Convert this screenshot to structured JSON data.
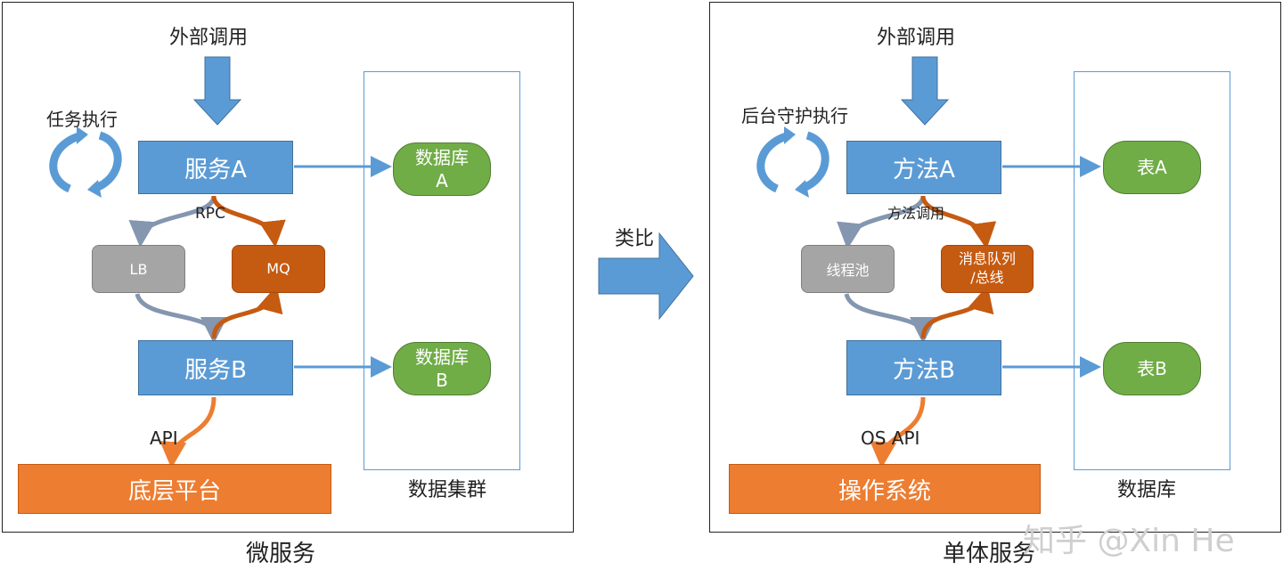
{
  "left": {
    "external_call": "外部调用",
    "task_exec": "任务执行",
    "service_a": "服务A",
    "service_b": "服务B",
    "rpc": "RPC",
    "lb": "LB",
    "mq": "MQ",
    "api": "API",
    "base_platform": "底层平台",
    "db_a": "数据库\nA",
    "db_b": "数据库\nB",
    "cluster_label": "数据集群",
    "caption": "微服务"
  },
  "middle": {
    "analogy": "类比"
  },
  "right": {
    "external_call": "外部调用",
    "daemon_exec": "后台守护执行",
    "method_a": "方法A",
    "method_b": "方法B",
    "method_call": "方法调用",
    "thread_pool": "线程池",
    "msg_queue": "消息队列\n/总线",
    "os_api": "OS API",
    "os": "操作系统",
    "table_a": "表A",
    "table_b": "表B",
    "db_label": "数据库",
    "caption": "单体服务"
  },
  "watermark": "知乎 @Xin He",
  "colors": {
    "service_blue": "#5b9bd5",
    "db_green": "#70ad47",
    "lb_grey": "#a5a5a5",
    "mq_orange": "#c55a11",
    "base_orange": "#ed7d31"
  }
}
